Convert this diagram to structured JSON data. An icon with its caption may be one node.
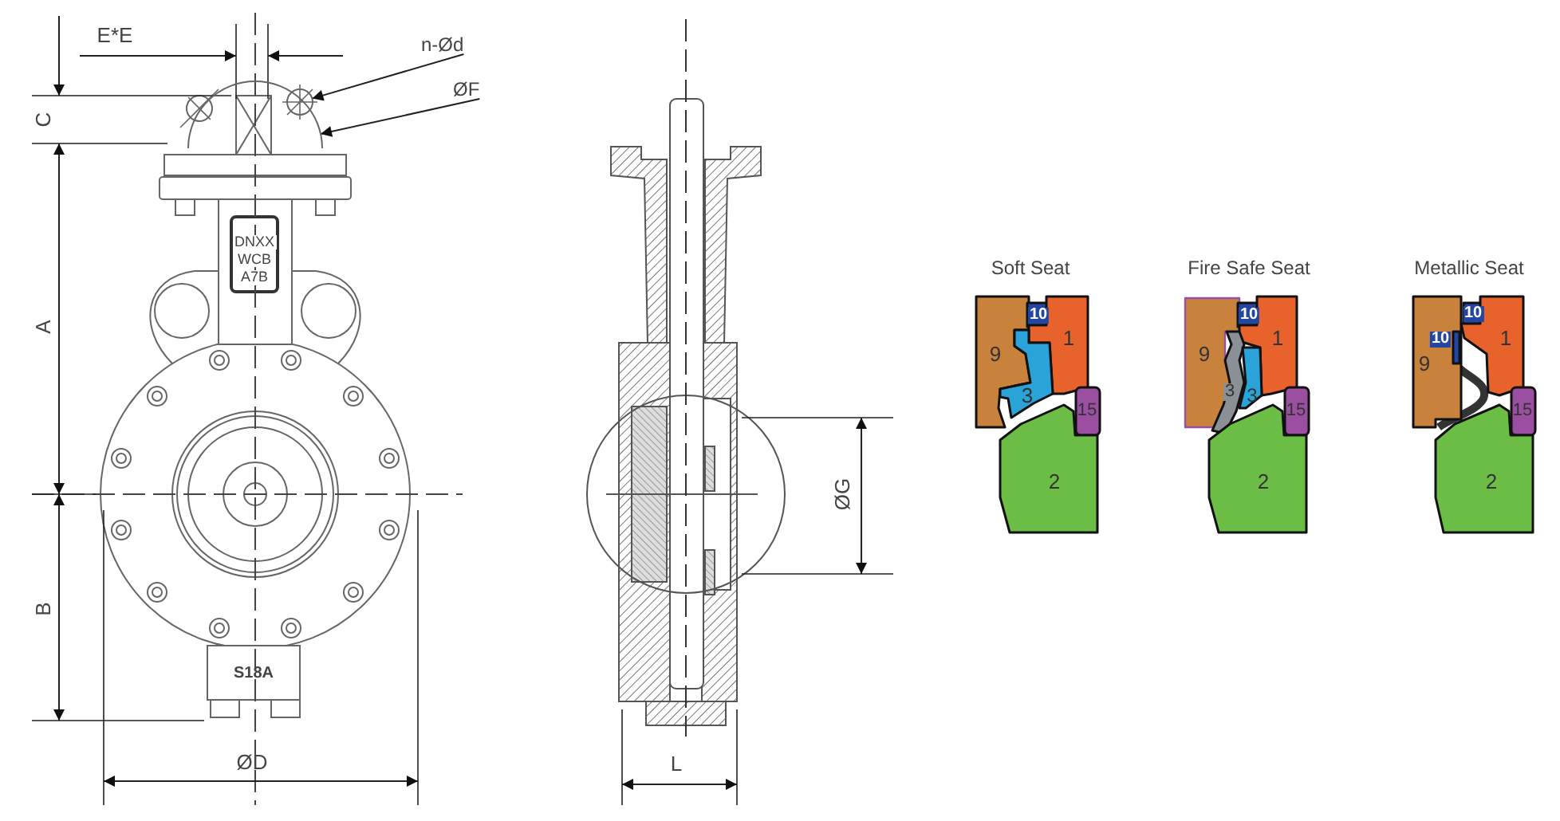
{
  "diagram": {
    "nodes": [
      {
        "text": [
          "n-Ød"
        ]
      },
      {
        "text": [],
        "shape": "circle",
        "in": 3
      },
      {
        "text": [
          "ØF"
        ]
      },
      {
        "text": [],
        "shape": "circle"
      },
      {
        "text": [
          "9"
        ]
      },
      {
        "text": [
          "10"
        ]
      },
      {
        "text": [
          "1"
        ]
      },
      {
        "text": [
          "3"
        ]
      },
      {
        "text": [
          "15"
        ]
      },
      {
        "text": [
          "2"
        ]
      },
      {
        "text": [
          "9"
        ]
      },
      {
        "text": [
          "10"
        ]
      },
      {
        "text": [
          "1"
        ]
      },
      {
        "text": [
          "3"
        ]
      },
      {
        "text": [
          "3"
        ]
      },
      {
        "text": [
          "15"
        ]
      },
      {
        "text": [
          "2"
        ]
      },
      {
        "text": [
          "9"
        ]
      },
      {
        "text": [
          "10"
        ]
      },
      {
        "text": [
          "10"
        ],
        "in": 17
      },
      {
        "text": [
          "1"
        ]
      },
      {
        "text": [
          "15"
        ]
      },
      {
        "text": [
          "2"
        ]
      }
    ],
    "edges": [
      {
        "from": 0,
        "to": 1,
        "arrow": "to"
      },
      {
        "from": 2,
        "to": 3,
        "arrow": "to"
      }
    ],
    "labels": [
      "E*E",
      "C",
      "DNXX",
      "WCB",
      "A7B",
      "A",
      "B",
      "S18A",
      "ØD",
      "ØG",
      "L",
      "Soft Seat",
      "Fire Safe Seat",
      "Metallic Seat"
    ]
  }
}
